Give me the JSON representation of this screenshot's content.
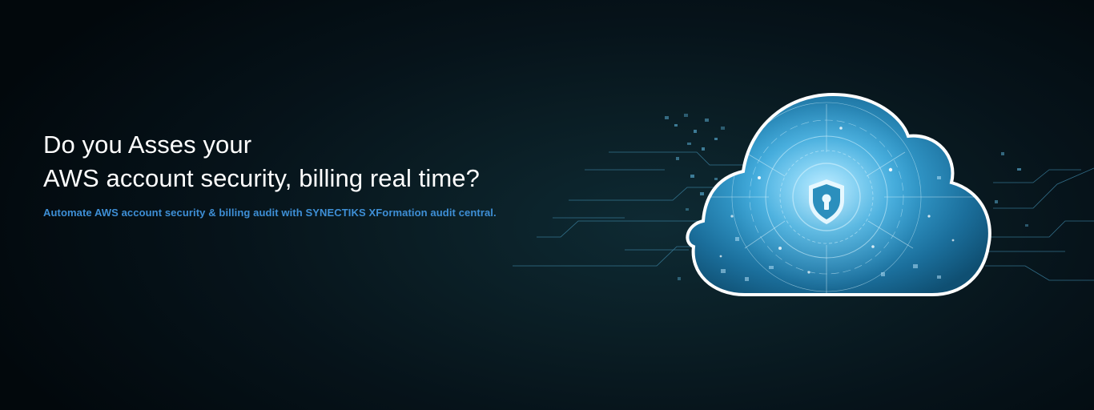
{
  "hero": {
    "headline_line1": "Do you Asses your",
    "headline_line2": "AWS account security, billing real time?",
    "subline": "Automate AWS account security & billing audit with SYNECTIKS XFormation audit central."
  },
  "illustration": {
    "cloud_icon": "cloud-icon",
    "lock_icon": "shield-lock-icon",
    "accent_color": "#3e8fd6",
    "glow_color": "#7fd3ff"
  }
}
